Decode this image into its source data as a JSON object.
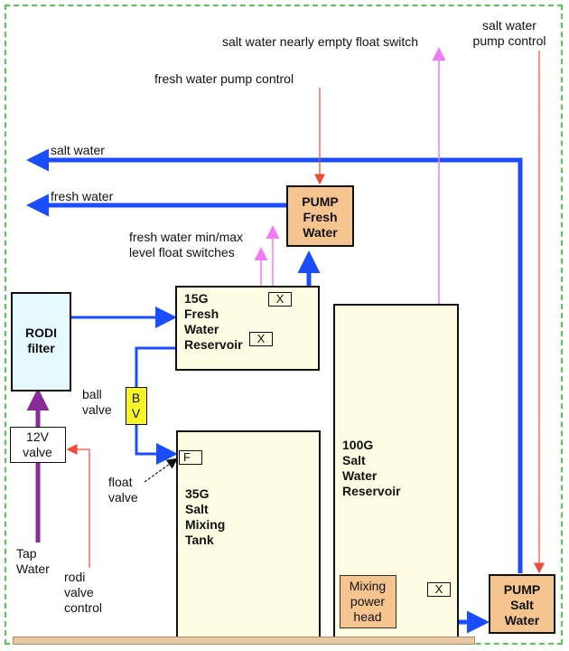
{
  "labels": {
    "salt_water_out": "salt water",
    "fresh_water_out": "fresh water",
    "salt_water_float": "salt water nearly empty float switch",
    "salt_pump_control": "salt water\npump control",
    "fresh_pump_control": "fresh water pump control",
    "fresh_float_switches": "fresh water min/max\nlevel float switches",
    "ball_valve": "ball\nvalve",
    "float_valve": "float\nvalve",
    "tap_water": "Tap\nWater",
    "rodi_valve_control": "rodi\nvalve\ncontrol"
  },
  "components": {
    "rodi_filter": "RODI\nfilter",
    "valve_12v": "12V\nvalve",
    "pump_fresh": "PUMP\nFresh\nWater",
    "pump_salt": "PUMP\nSalt\nWater",
    "tank_15g": "15G\nFresh\nWater\nReservoir",
    "tank_35g": "35G\nSalt\nMixing\nTank",
    "tank_100g": "100G\nSalt\nWater\nReservoir",
    "bv_letters": "B\nV",
    "mixing_powerhead": "Mixing\npower\nhead",
    "float_x": "X",
    "float_f": "F"
  },
  "colors": {
    "water_line": "#1a4dff",
    "control_line": "#f04a3a",
    "float_switch_line": "#f07cf5",
    "tap_line": "#8a2a9a",
    "border": "#4cd04c"
  }
}
